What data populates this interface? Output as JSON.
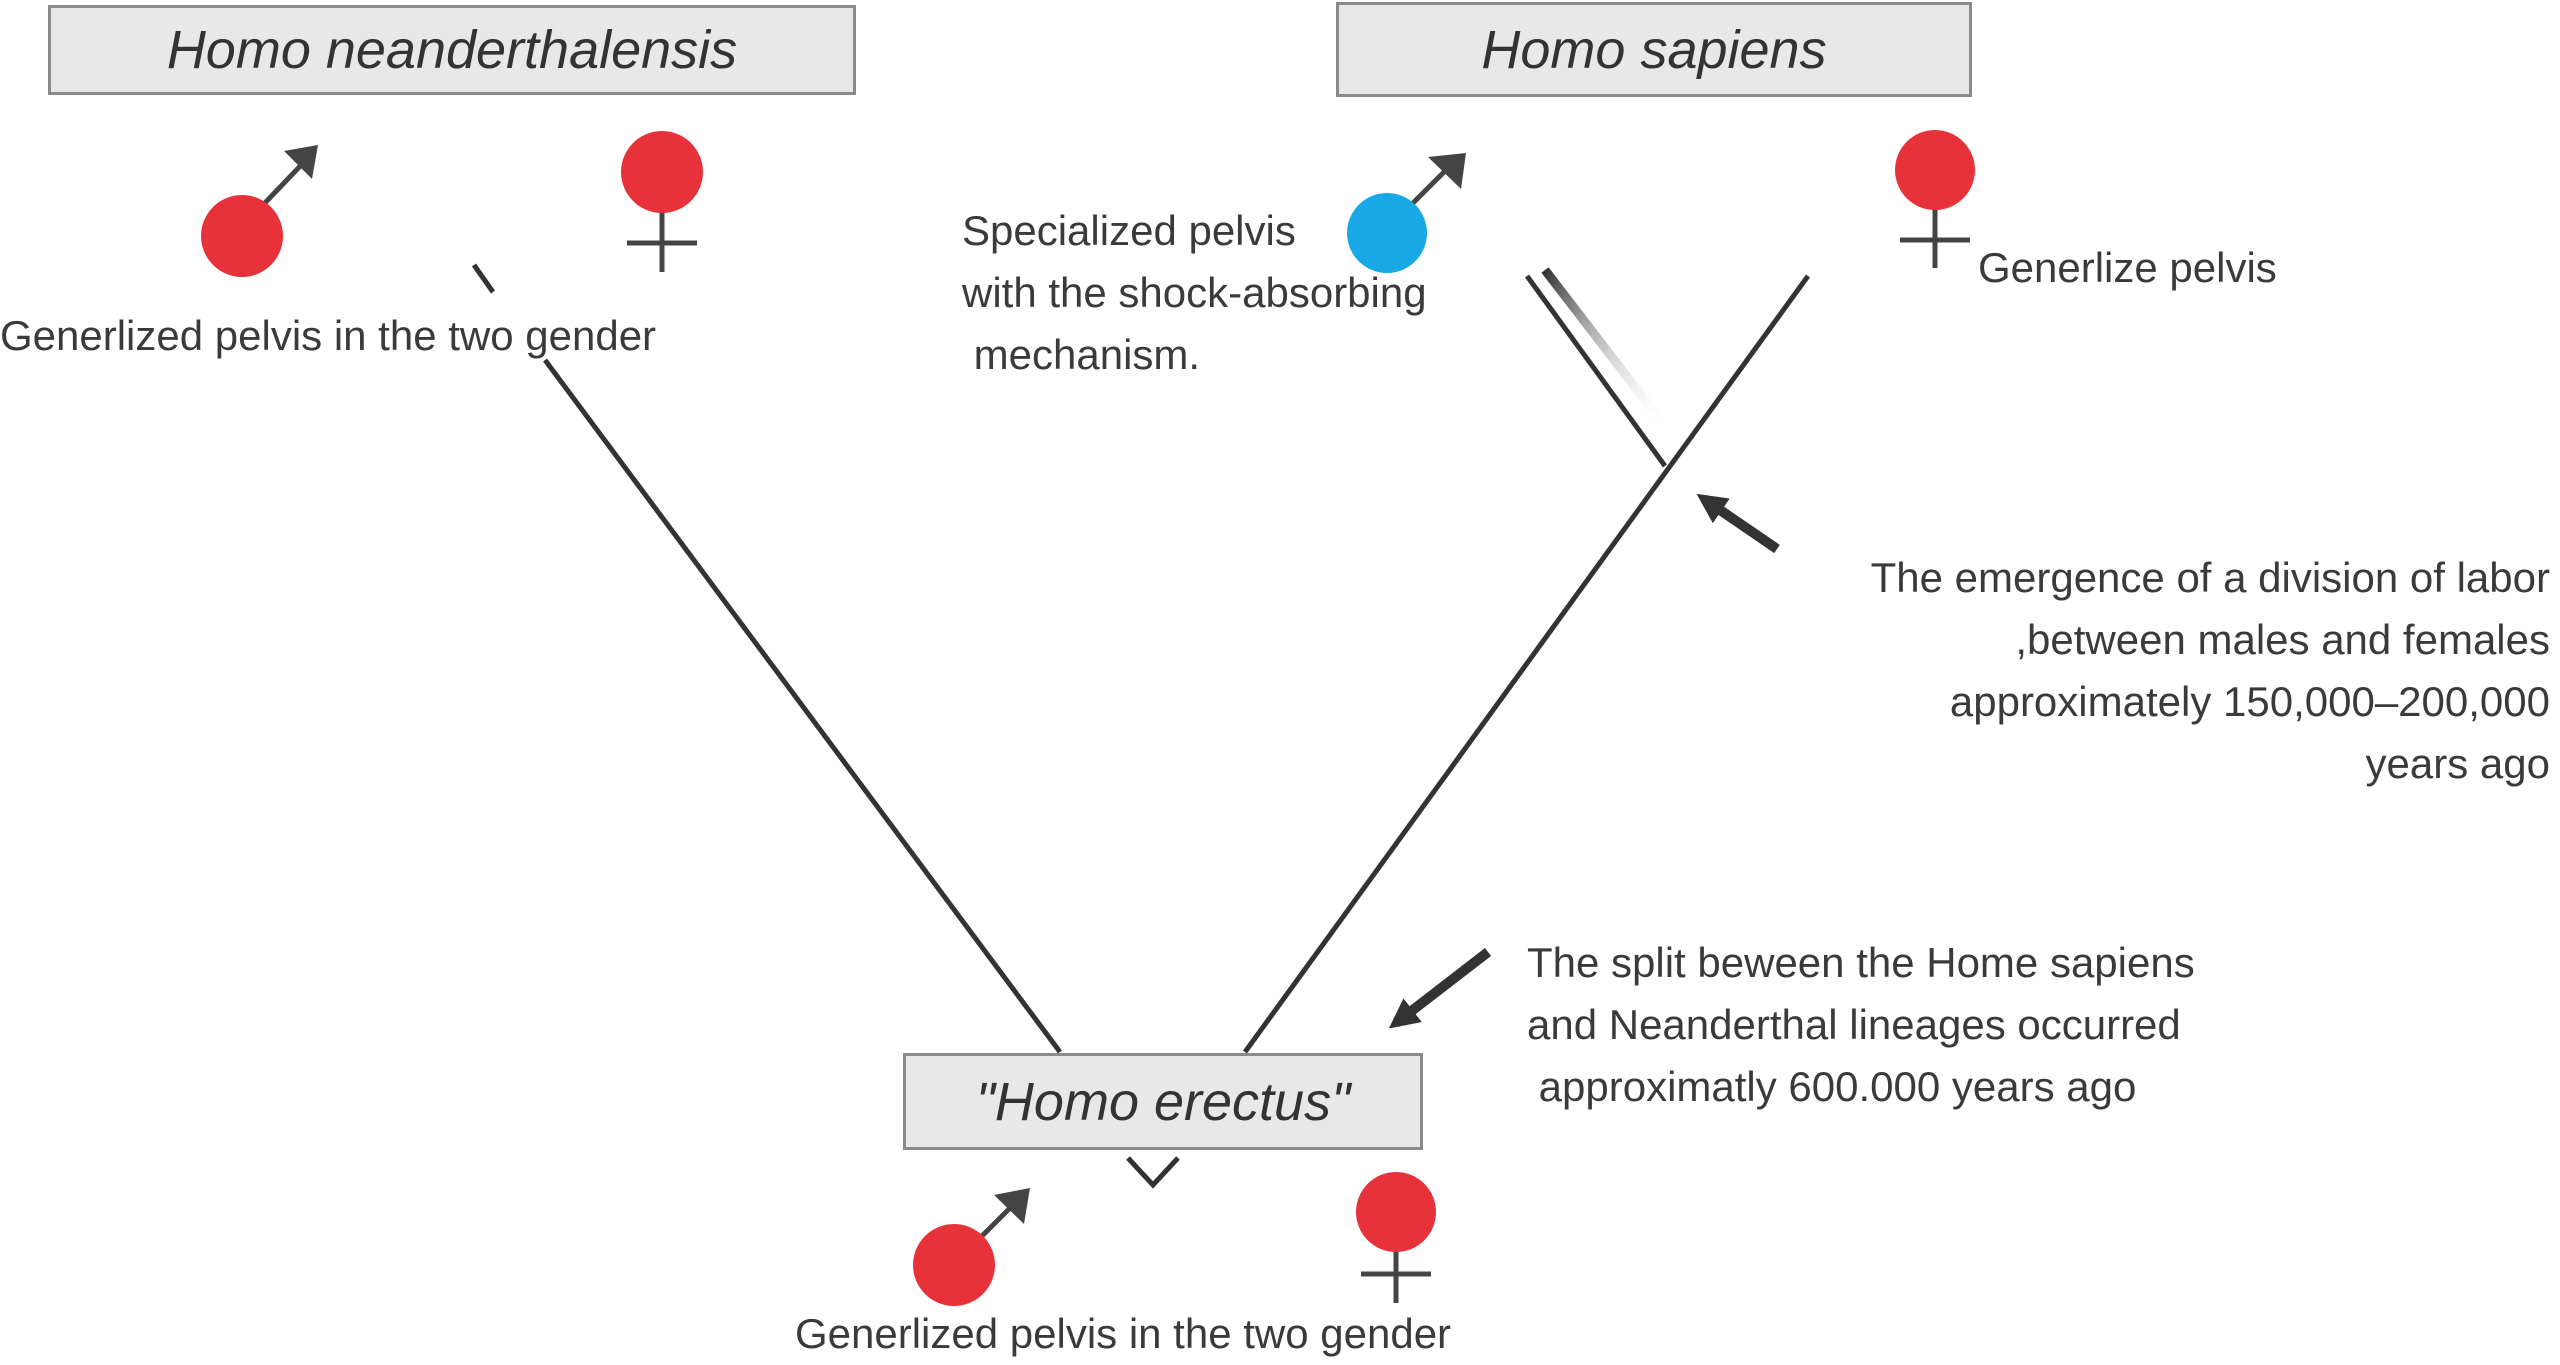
{
  "species": {
    "neanderthal": "Homo neanderthalensis",
    "sapiens": "Homo sapiens",
    "erectus": "\"Homo erectus\""
  },
  "notes": {
    "neanderthal_pelvis": "Generlized pelvis in the two gender",
    "sapiens_male_pelvis": [
      "Specialized pelvis",
      "with the shock-absorbing",
      " mechanism."
    ],
    "sapiens_female_pelvis": "Generlize pelvis",
    "division_of_labor": [
      "The emergence of a division of labor",
      ",between males and females",
      "approximately 150,000–200,000",
      "years ago"
    ],
    "split": [
      "The split beween the Home sapiens",
      "and Neanderthal lineages occurred",
      " approximatly 600.000 years ago"
    ],
    "erectus_pelvis": "Generlized pelvis in the two gender"
  },
  "colors": {
    "generalized_pelvis": "#e8323a",
    "specialized_pelvis": "#19a8e6",
    "lines": "#333333",
    "box_fill": "#e8e8e8",
    "box_border": "#8a8a8a"
  },
  "icons": [
    "male-symbol-icon",
    "female-symbol-icon",
    "arrow-icon"
  ]
}
